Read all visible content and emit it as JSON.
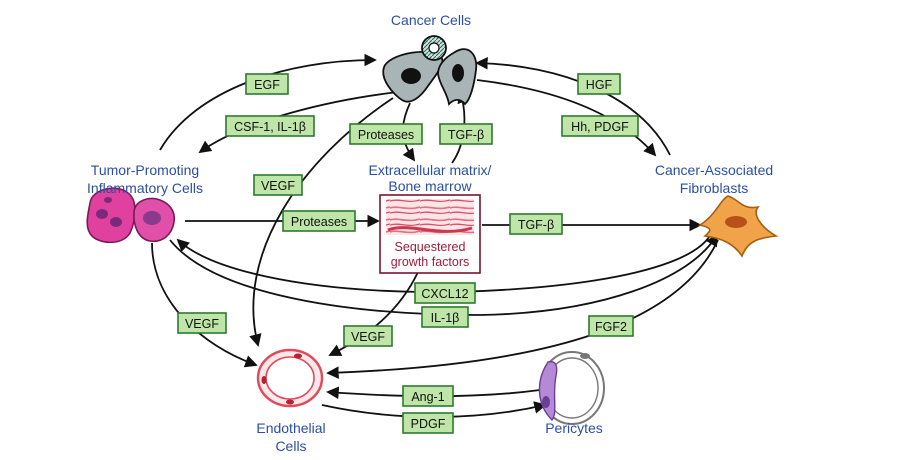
{
  "cells": {
    "cancer": "Cancer Cells",
    "inflammatory_line1": "Tumor-Promoting",
    "inflammatory_line2": "Inflammatory Cells",
    "fibro_line1": "Cancer-Associated",
    "fibro_line2": "Fibroblasts",
    "ecm_line1": "Extracellular matrix/",
    "ecm_line2": "Bone marrow",
    "sequestered_line1": "Sequestered",
    "sequestered_line2": "growth factors",
    "endothelial_line1": "Endothelial",
    "endothelial_line2": "Cells",
    "pericytes": "Pericytes"
  },
  "signals": {
    "egf": "EGF",
    "csf1": "CSF-1, IL-1β",
    "vegf_inflam_to_endo": "VEGF",
    "vegf_cancer_to_endo": "VEGF",
    "proteases_cancer": "Proteases",
    "tgfb_ecm": "TGF-β",
    "hgf": "HGF",
    "hh_pdgf": "Hh, PDGF",
    "proteases_inflam": "Proteases",
    "tgfb_to_fibro": "TGF-β",
    "cxcl12": "CXCL12",
    "il1b": "IL-1β",
    "vegf_ecm": "VEGF",
    "fgf2": "FGF2",
    "ang1": "Ang-1",
    "pdgf": "PDGF"
  },
  "colors": {
    "title_blue": "#2b4fa3",
    "signal_fill": "#bfe6a8",
    "signal_border": "#2d7a2d",
    "ecm_red": "#a11d3a",
    "fibroblast_orange": "#f0a348",
    "inflammatory_magenta": "#d93aa5",
    "endothelial_red": "#e04a5a",
    "pericyte_purple": "#b48ad6"
  }
}
